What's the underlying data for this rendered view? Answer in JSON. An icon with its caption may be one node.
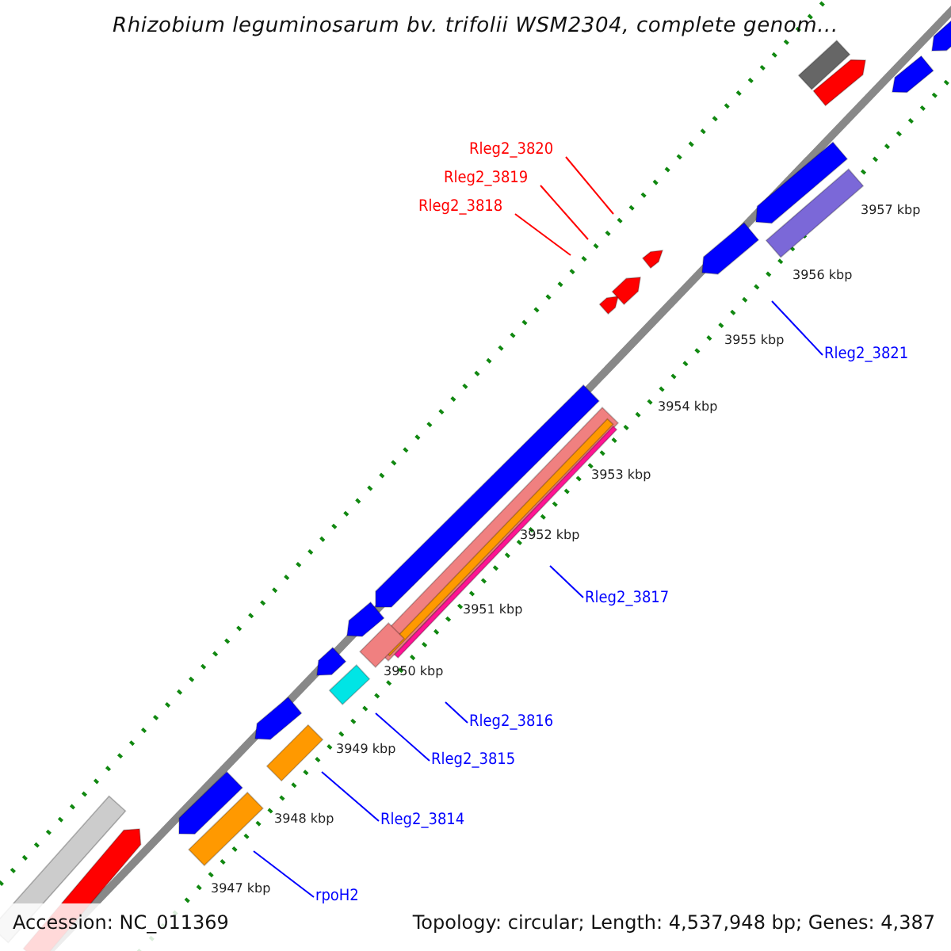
{
  "diagram": {
    "title": "Rhizobium leguminosarum bv. trifolii WSM2304, complete genom...",
    "nodes": [
      {
        "text": [
          "Rleg2_3820"
        ]
      },
      {
        "text": [
          "Rleg2_3819"
        ]
      },
      {
        "text": [
          "Rleg2_3818"
        ]
      },
      {
        "text": [
          "Rleg2_3821"
        ]
      },
      {
        "text": [
          "Rleg2_3817"
        ]
      },
      {
        "text": [
          "Rleg2_3816"
        ]
      },
      {
        "text": [
          "Rleg2_3815"
        ]
      },
      {
        "text": [
          "Rleg2_3814"
        ]
      },
      {
        "text": [
          "rpoH2"
        ]
      }
    ],
    "edges": [
      {
        "from": 0,
        "to": null,
        "arrow": "none",
        "color": "#ff0000"
      },
      {
        "from": 1,
        "to": null,
        "arrow": "none",
        "color": "#ff0000"
      },
      {
        "from": 2,
        "to": null,
        "arrow": "none",
        "color": "#ff0000"
      },
      {
        "from": 3,
        "to": null,
        "arrow": "none"
      },
      {
        "from": 4,
        "to": null,
        "arrow": "none"
      },
      {
        "from": 5,
        "to": null,
        "arrow": "none"
      },
      {
        "from": 6,
        "to": null,
        "arrow": "none"
      },
      {
        "from": 7,
        "to": null,
        "arrow": "none"
      },
      {
        "from": 8,
        "to": null,
        "arrow": "none"
      }
    ],
    "labels": [
      "3957 kbp",
      "3956 kbp",
      "3955 kbp",
      "3954 kbp",
      "3953 kbp",
      "3952 kbp",
      "3951 kbp",
      "3950 kbp",
      "3949 kbp",
      "3948 kbp",
      "3947 kbp",
      "Accession: NC_011369",
      "Topology: circular; Length: 4,537,948 bp; Genes: 4,387"
    ]
  }
}
